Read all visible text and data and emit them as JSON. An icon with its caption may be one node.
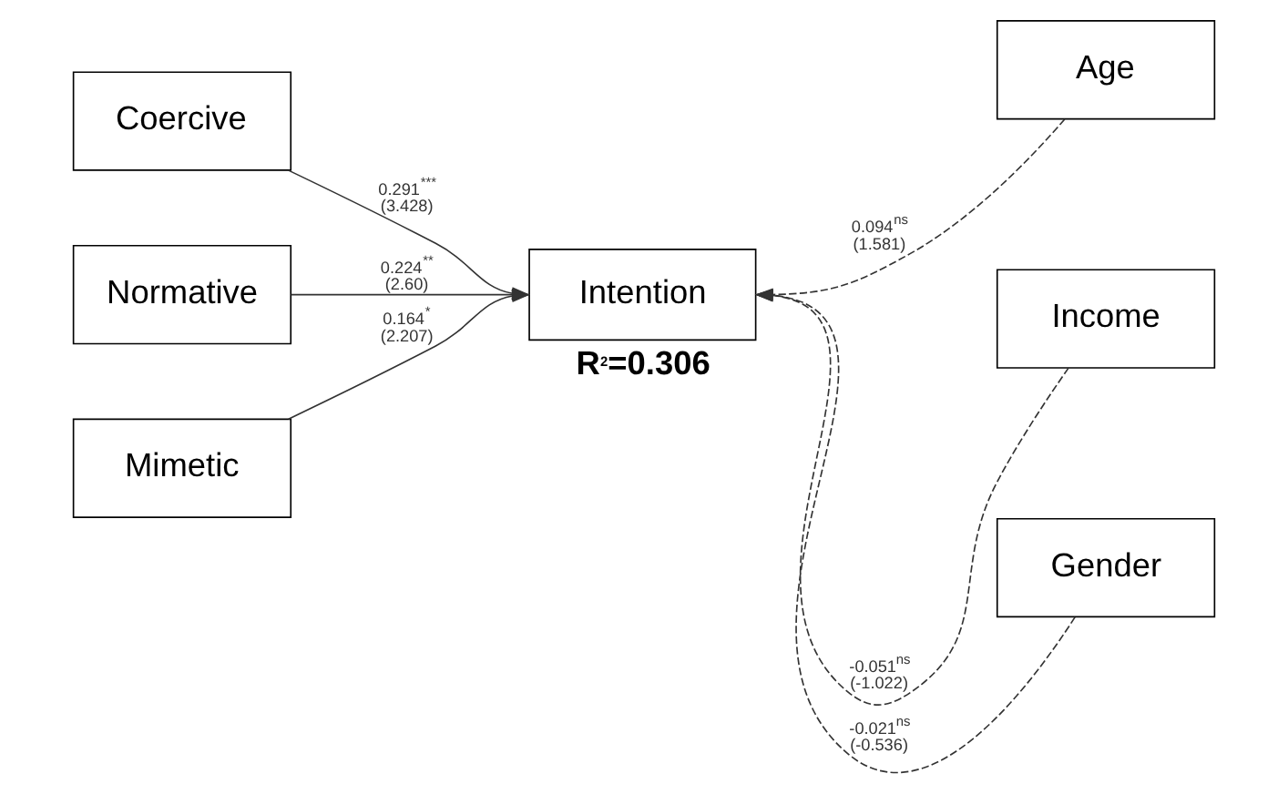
{
  "diagram": {
    "nodes": [
      {
        "text": [
          "Coercive"
        ]
      },
      {
        "text": [
          "Normative"
        ]
      },
      {
        "text": [
          "Mimetic"
        ]
      },
      {
        "text": [
          "Intention"
        ],
        "beside": [
          "R$^{2}$=0.306"
        ]
      },
      {
        "text": [
          "Age"
        ]
      },
      {
        "text": [
          "Income"
        ]
      },
      {
        "text": [
          "Gender"
        ]
      }
    ],
    "edges": [
      {
        "from": 0,
        "to": 3,
        "arrow": "to",
        "label": "0.291$^{***}$ (3.428)"
      },
      {
        "from": 1,
        "to": 3,
        "arrow": "to",
        "label": "0.224$^{**}$ (2.60)"
      },
      {
        "from": 2,
        "to": 3,
        "arrow": "to",
        "label": "0.164$^{*}$ (2.207)"
      },
      {
        "from": 4,
        "to": 3,
        "arrow": "to",
        "style": "dashed",
        "label": "0.094$^{ns}$ (1.581)"
      },
      {
        "from": 5,
        "to": 3,
        "arrow": "to",
        "style": "dashed",
        "label": "-0.051$^{ns}$ (-1.022)"
      },
      {
        "from": 6,
        "to": 3,
        "arrow": "to",
        "style": "dashed",
        "label": "-0.021$^{ns}$ (-0.536)"
      }
    ]
  }
}
